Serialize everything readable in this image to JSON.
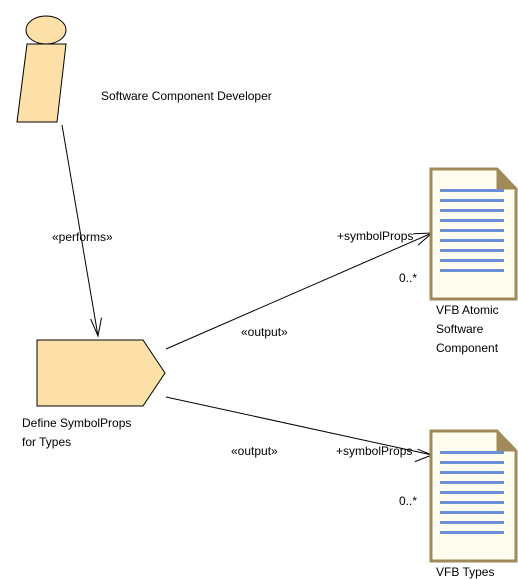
{
  "roles": {
    "developer": {
      "name": "Software Component Developer"
    }
  },
  "task": {
    "name_line1": "Define SymbolProps",
    "name_line2": "for Types"
  },
  "artifacts": {
    "atomic": {
      "name_line1": "VFB Atomic",
      "name_line2": "Software",
      "name_line3": "Component"
    },
    "types": {
      "name": "VFB Types"
    }
  },
  "relations": {
    "performs": {
      "stereotype": "«performs»"
    },
    "output_atomic": {
      "stereotype": "«output»",
      "role": "+symbolProps",
      "multiplicity": "0..*"
    },
    "output_types": {
      "stereotype": "«output»",
      "role": "+symbolProps",
      "multiplicity": "0..*"
    }
  },
  "colors": {
    "element_fill": "#FCE0A8",
    "line": "#000000",
    "artifact_border": "#A08A5A",
    "artifact_lines": "#6A8ED8"
  }
}
